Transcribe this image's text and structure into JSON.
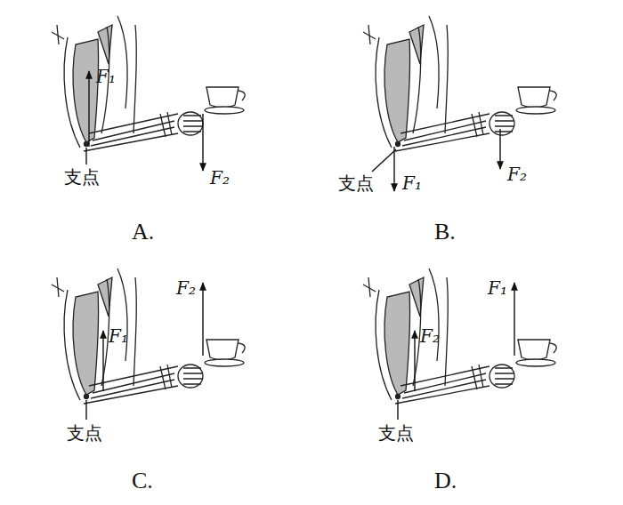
{
  "diagram": {
    "labels": [
      "F₁",
      "F₂",
      "支点",
      "A.",
      "支点",
      "F₁",
      "F₂",
      "B.",
      "F₂",
      "F₁",
      "支点",
      "C.",
      "F₁",
      "F₂",
      "支点",
      "D."
    ]
  }
}
